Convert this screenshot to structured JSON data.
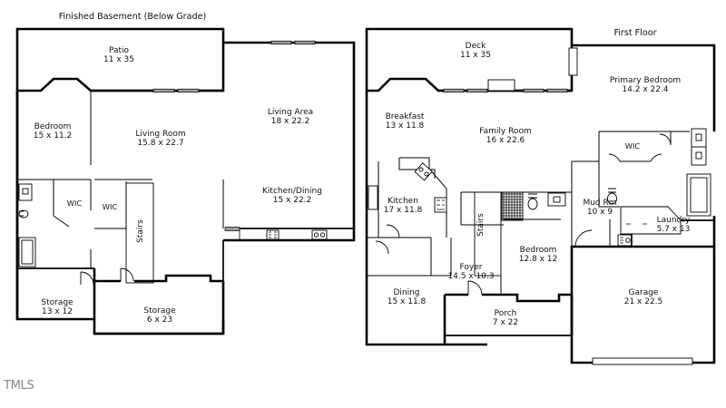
{
  "document": {
    "type": "real-estate-floor-plan",
    "watermark": "TMLS",
    "background_color": "#ffffff",
    "line_color": "#000000",
    "window_color": "#9a9a9a"
  },
  "plans": [
    {
      "id": "basement",
      "title": "Finished Basement (Below Grade)",
      "rooms": [
        {
          "name": "Patio",
          "dimensions": "11 x 35"
        },
        {
          "name": "Bedroom",
          "dimensions": "15 x 11.2"
        },
        {
          "name": "Living Room",
          "dimensions": "15.8 x 22.7"
        },
        {
          "name": "Living Area",
          "dimensions": "18 x 22.2"
        },
        {
          "name": "Kitchen/Dining",
          "dimensions": "15 x 22.2"
        },
        {
          "name": "WIC",
          "dimensions": ""
        },
        {
          "name": "WIC",
          "dimensions": ""
        },
        {
          "name": "Stairs",
          "dimensions": ""
        },
        {
          "name": "Storage",
          "dimensions": "13 x 12"
        },
        {
          "name": "Storage",
          "dimensions": "6 x 23"
        }
      ]
    },
    {
      "id": "first-floor",
      "title": "First Floor",
      "rooms": [
        {
          "name": "Deck",
          "dimensions": "11 x 35"
        },
        {
          "name": "Breakfast",
          "dimensions": "13 x 11.8"
        },
        {
          "name": "Family Room",
          "dimensions": "16 x 22.6"
        },
        {
          "name": "Primary Bedroom",
          "dimensions": "14.2 x 22.4"
        },
        {
          "name": "WIC",
          "dimensions": ""
        },
        {
          "name": "Kitchen",
          "dimensions": "17 x 11.8"
        },
        {
          "name": "Stairs",
          "dimensions": ""
        },
        {
          "name": "Mud Rm",
          "dimensions": "10 x 9"
        },
        {
          "name": "Laundry",
          "dimensions": "5.7 x 13"
        },
        {
          "name": "Bedroom",
          "dimensions": "12.8 x 12"
        },
        {
          "name": "Foyer",
          "dimensions": "14.5 x 10.3"
        },
        {
          "name": "Dining",
          "dimensions": "15 x 11.8"
        },
        {
          "name": "Porch",
          "dimensions": "7 x 22"
        },
        {
          "name": "Garage",
          "dimensions": "21 x 22.5"
        }
      ]
    }
  ],
  "basement_labels": {
    "title": "Finished Basement (Below Grade)",
    "patio_name": "Patio",
    "patio_dim": "11 x 35",
    "bedroom_name": "Bedroom",
    "bedroom_dim": "15 x 11.2",
    "living_room_name": "Living Room",
    "living_room_dim": "15.8 x 22.7",
    "living_area_name": "Living Area",
    "living_area_dim": "18 x 22.2",
    "kitchen_dining_name": "Kitchen/Dining",
    "kitchen_dining_dim": "15 x 22.2",
    "wic1": "WIC",
    "wic2": "WIC",
    "stairs": "Stairs",
    "storage1_name": "Storage",
    "storage1_dim": "13 x 12",
    "storage2_name": "Storage",
    "storage2_dim": "6 x 23"
  },
  "first_floor_labels": {
    "title": "First Floor",
    "deck_name": "Deck",
    "deck_dim": "11 x 35",
    "breakfast_name": "Breakfast",
    "breakfast_dim": "13 x 11.8",
    "family_room_name": "Family Room",
    "family_room_dim": "16 x 22.6",
    "primary_bedroom_name": "Primary Bedroom",
    "primary_bedroom_dim": "14.2 x 22.4",
    "wic": "WIC",
    "kitchen_name": "Kitchen",
    "kitchen_dim": "17 x 11.8",
    "stairs": "Stairs",
    "mud_rm_name": "Mud Rm",
    "mud_rm_dim": "10 x 9",
    "laundry_name": "Laundry",
    "laundry_dim": "5.7 x 13",
    "bedroom_name": "Bedroom",
    "bedroom_dim": "12.8 x 12",
    "foyer_name": "Foyer",
    "foyer_dim": "14.5 x 10.3",
    "dining_name": "Dining",
    "dining_dim": "15 x 11.8",
    "porch_name": "Porch",
    "porch_dim": "7 x 22",
    "garage_name": "Garage",
    "garage_dim": "21 x 22.5"
  }
}
